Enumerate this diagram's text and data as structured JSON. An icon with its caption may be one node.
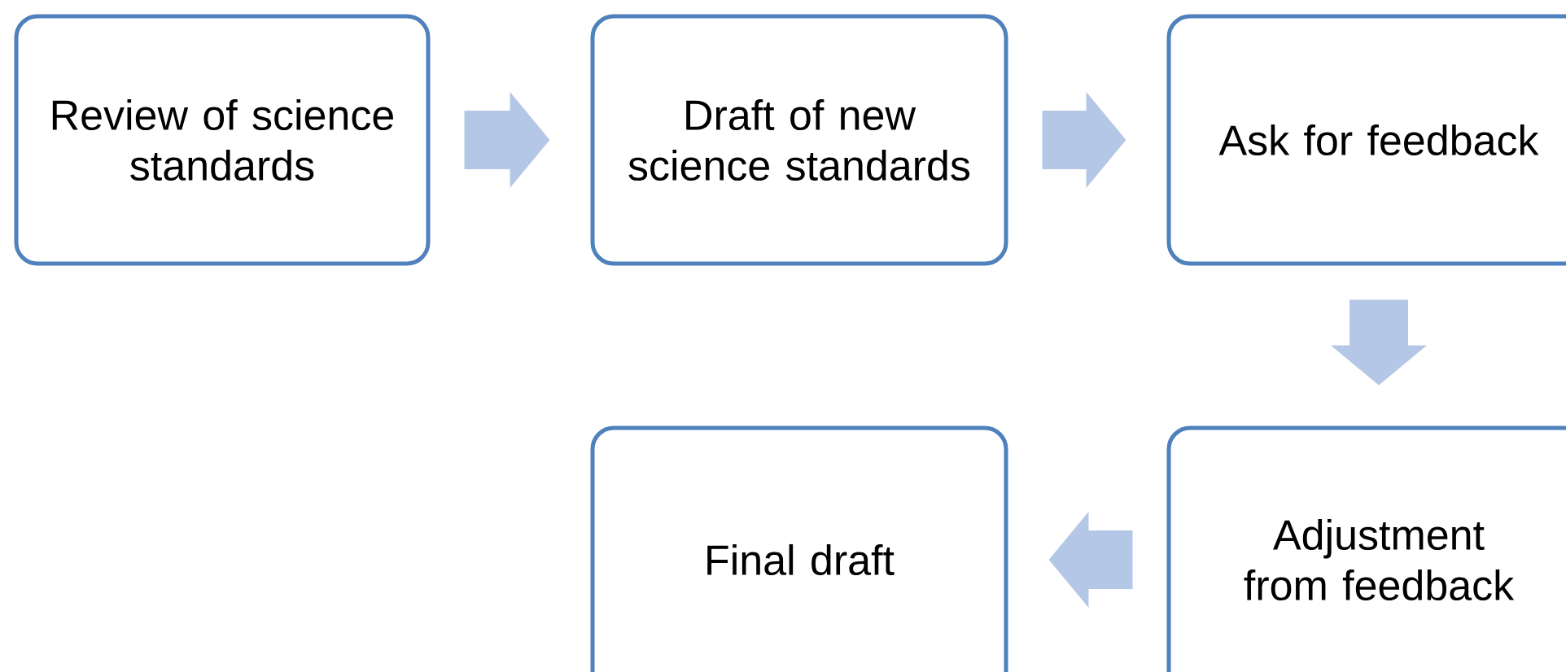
{
  "diagram": {
    "nodes": [
      {
        "text": [
          "Review of science standards"
        ]
      },
      {
        "text": [
          "Draft of new science standards"
        ]
      },
      {
        "text": [
          "Ask for feedback"
        ]
      },
      {
        "text": [
          "Adjustment from feedback"
        ]
      },
      {
        "text": [
          "Final draft"
        ]
      }
    ],
    "edges": [
      {
        "from": 0,
        "to": 1,
        "arrow": "to"
      },
      {
        "from": 1,
        "to": 2,
        "arrow": "to"
      },
      {
        "from": 2,
        "to": 3,
        "arrow": "to"
      },
      {
        "from": 3,
        "to": 4,
        "arrow": "to"
      }
    ]
  }
}
